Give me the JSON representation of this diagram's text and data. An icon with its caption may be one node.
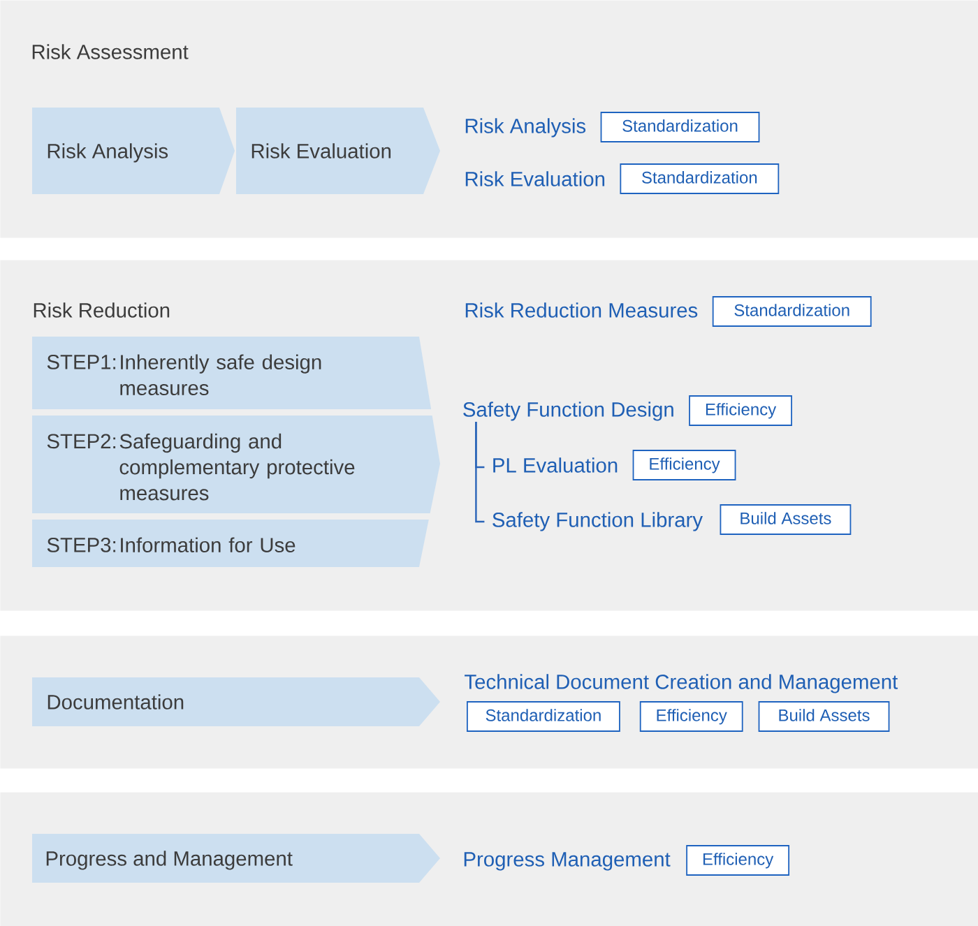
{
  "diagram": {
    "nodes": [
      {
        "text": [
          "Risk Assessment"
        ]
      },
      {
        "text": [
          "Risk Analysis"
        ],
        "in": 0
      },
      {
        "text": [
          "Risk Evaluation"
        ],
        "in": 0
      },
      {
        "text": [
          "Standardization"
        ],
        "in": 0
      },
      {
        "text": [
          "Standardization"
        ],
        "in": 0
      },
      {
        "text": [
          "Risk Reduction"
        ]
      },
      {
        "text": [
          "STEP1:",
          "Inherently safe design measures"
        ],
        "in": 5
      },
      {
        "text": [
          "STEP2:",
          "Safeguarding and complementary protective measures"
        ],
        "in": 5
      },
      {
        "text": [
          "STEP3:",
          "Information for Use"
        ],
        "in": 5
      },
      {
        "text": [
          "Standardization"
        ],
        "in": 5
      },
      {
        "text": [
          "Safety Function Design"
        ],
        "in": 5
      },
      {
        "text": [
          "Efficiency"
        ],
        "in": 5
      },
      {
        "text": [
          "PL Evaluation"
        ],
        "in": 5
      },
      {
        "text": [
          "Efficiency"
        ],
        "in": 5
      },
      {
        "text": [
          "Safety Function Library"
        ],
        "in": 5
      },
      {
        "text": [
          "Build Assets"
        ],
        "in": 5
      },
      {
        "text": [],
        "shape": "box"
      },
      {
        "text": [
          "Documentation"
        ],
        "in": 16
      },
      {
        "text": [
          "Standardization"
        ],
        "in": 16
      },
      {
        "text": [
          "Efficiency"
        ],
        "in": 16
      },
      {
        "text": [
          "Build Assets"
        ],
        "in": 16
      },
      {
        "text": [],
        "shape": "box"
      },
      {
        "text": [
          "Progress and Management"
        ],
        "in": 21
      },
      {
        "text": [
          "Efficiency"
        ],
        "in": 21
      }
    ],
    "edges": [
      {
        "from": 10,
        "to": 12,
        "arrow": "none"
      },
      {
        "from": 10,
        "to": 14,
        "arrow": "none"
      }
    ],
    "labels": [
      "Risk Analysis",
      "Risk Evaluation",
      "Risk Reduction Measures",
      "Technical Document Creation and Management",
      "Progress Management"
    ]
  }
}
